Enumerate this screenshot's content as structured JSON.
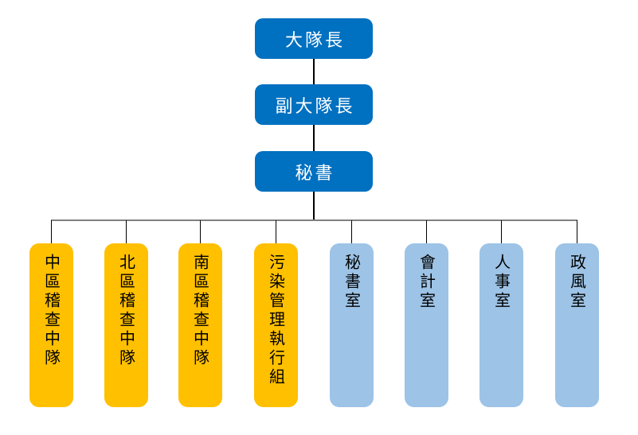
{
  "org_chart": {
    "levels": [
      {
        "id": "captain",
        "label": "大隊長"
      },
      {
        "id": "deputy-captain",
        "label": "副大隊長"
      },
      {
        "id": "secretary",
        "label": "秘書"
      }
    ],
    "departments": [
      {
        "id": "central-inspection-squad",
        "label": "中區稽查中隊",
        "group": "squad"
      },
      {
        "id": "north-inspection-squad",
        "label": "北區稽查中隊",
        "group": "squad"
      },
      {
        "id": "south-inspection-squad",
        "label": "南區稽查中隊",
        "group": "squad"
      },
      {
        "id": "pollution-management-execution-group",
        "label": "污染管理執行組",
        "group": "squad"
      },
      {
        "id": "secretariat-office",
        "label": "秘書室",
        "group": "office"
      },
      {
        "id": "accounting-office",
        "label": "會計室",
        "group": "office"
      },
      {
        "id": "personnel-office",
        "label": "人事室",
        "group": "office"
      },
      {
        "id": "ethics-office",
        "label": "政風室",
        "group": "office"
      }
    ],
    "colors": {
      "level_box": "#0070C0",
      "level_text": "#FFFFFF",
      "squad_box": "#FFC000",
      "office_box": "#9DC3E6",
      "department_text": "#000000",
      "vertical_line": "#000000",
      "horizontal_line": "#808080"
    }
  }
}
